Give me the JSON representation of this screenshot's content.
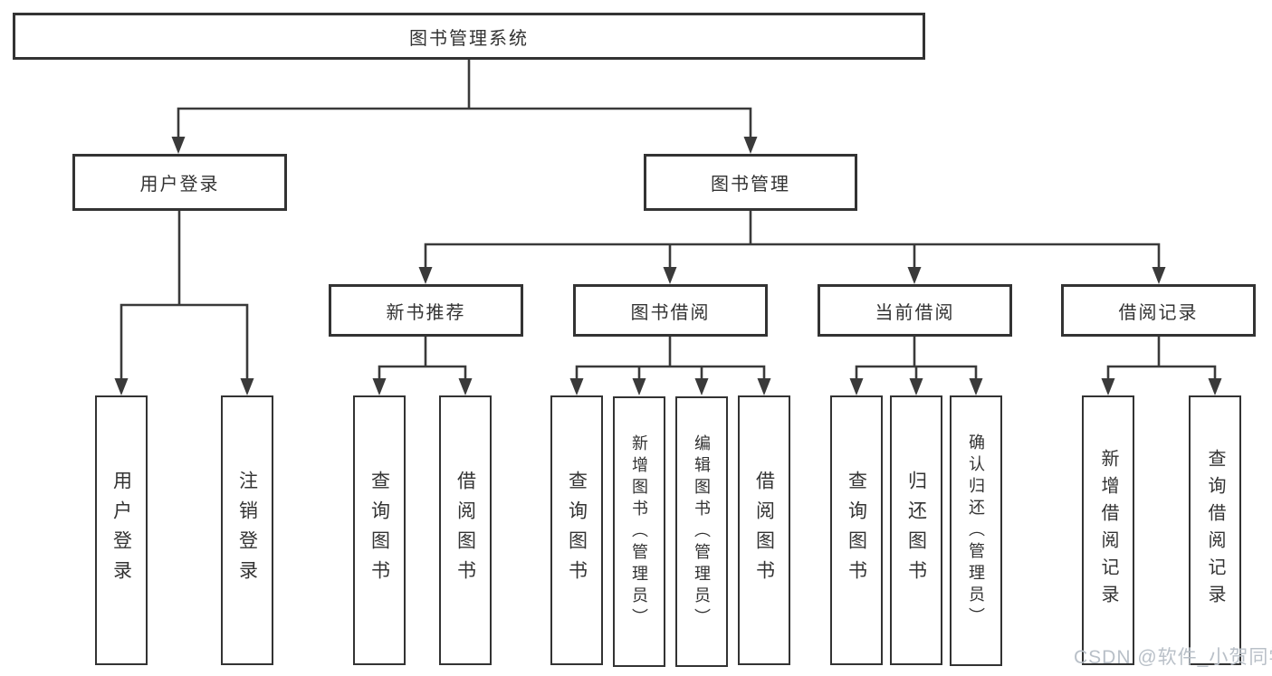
{
  "tree": {
    "root": {
      "label": "图书管理系统"
    },
    "branches": [
      {
        "label": "用户登录",
        "children": [
          {
            "label": "用户登录"
          },
          {
            "label": "注销登录"
          }
        ]
      },
      {
        "label": "图书管理",
        "children": [
          {
            "label": "新书推荐",
            "children": [
              {
                "label": "查询图书"
              },
              {
                "label": "借阅图书"
              }
            ]
          },
          {
            "label": "图书借阅",
            "children": [
              {
                "label": "查询图书"
              },
              {
                "label": "新增图书（管理员）"
              },
              {
                "label": "编辑图书（管理员）"
              },
              {
                "label": "借阅图书"
              }
            ]
          },
          {
            "label": "当前借阅",
            "children": [
              {
                "label": "查询图书"
              },
              {
                "label": "归还图书"
              },
              {
                "label": "确认归还（管理员）"
              }
            ]
          },
          {
            "label": "借阅记录",
            "children": [
              {
                "label": "新增借阅记录"
              },
              {
                "label": "查询借阅记录"
              }
            ]
          }
        ]
      }
    ]
  },
  "watermark": {
    "text": "CSDN @软件_小贺同学"
  },
  "colors": {
    "line": "#3a3a3a",
    "box_border": "#333333",
    "text": "#333333",
    "watermark": "#b9c0c8",
    "background": "#ffffff"
  }
}
